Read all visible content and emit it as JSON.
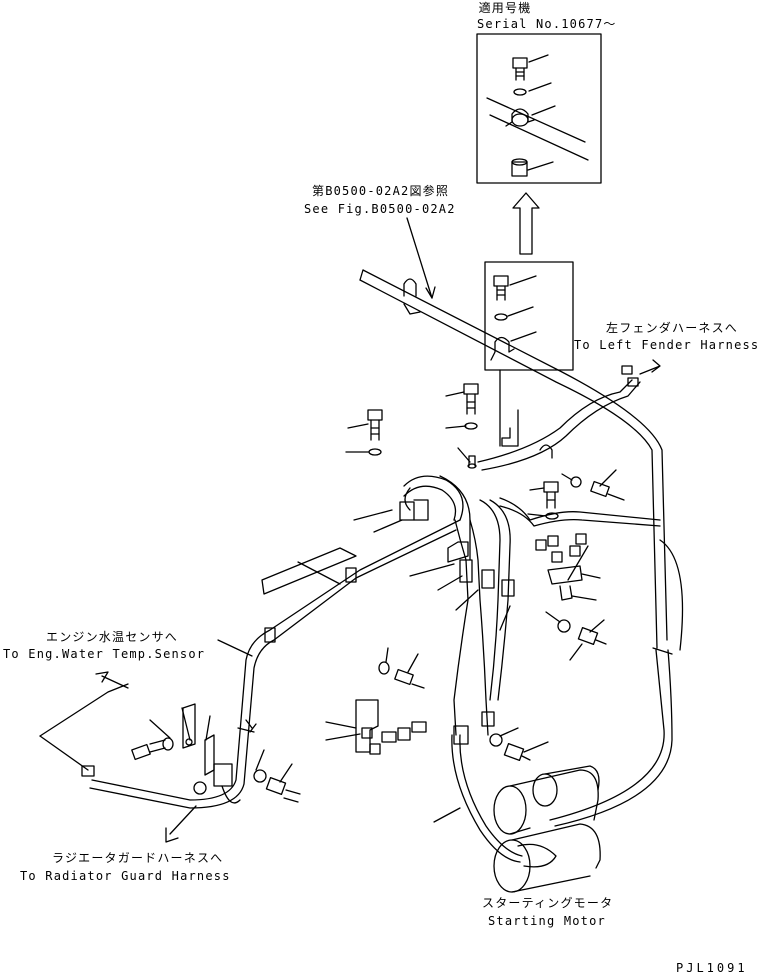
{
  "serial_box": {
    "jp": "適用号機",
    "en": "Serial No.10677〜"
  },
  "see_fig": {
    "jp": "第B0500-02A2図参照",
    "en": "See Fig.B0500-02A2"
  },
  "left_fender": {
    "jp": "左フェンダハーネスへ",
    "en": "To Left Fender Harness"
  },
  "water_temp": {
    "jp": "エンジン水温センサへ",
    "en": "To Eng.Water Temp.Sensor"
  },
  "radiator_guard": {
    "jp": "ラジエータガードハーネスへ",
    "en": "To Radiator Guard Harness"
  },
  "starting_motor": {
    "jp": "スターティングモータ",
    "en": "Starting Motor"
  },
  "drawing_code": "PJL1091",
  "colors": {
    "line": "#000000",
    "background": "#ffffff"
  }
}
